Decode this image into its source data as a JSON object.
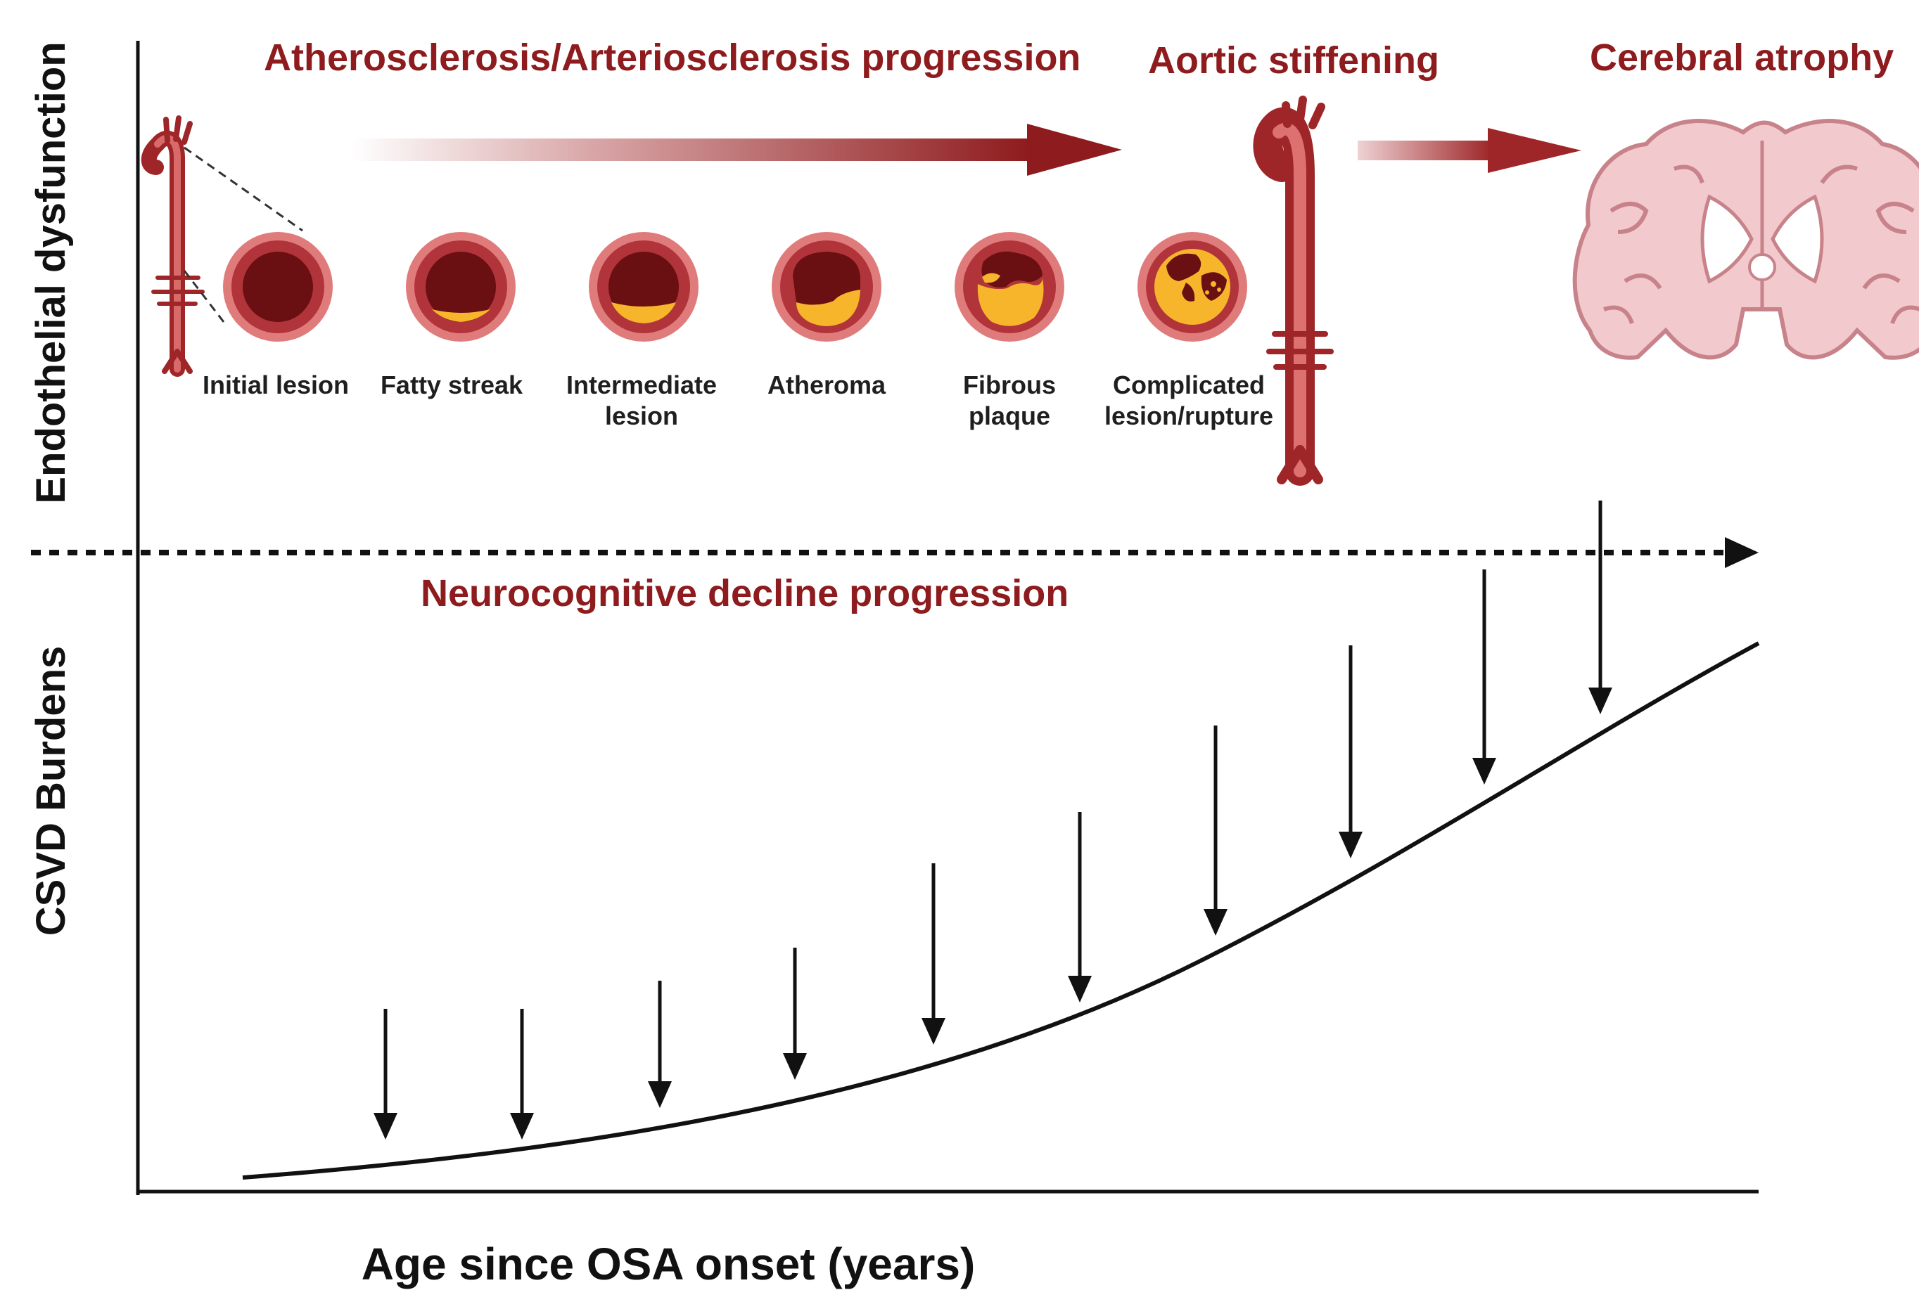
{
  "titles": {
    "progression": "Atherosclerosis/Arteriosclerosis progression",
    "aortic": "Aortic stiffening",
    "cerebral": "Cerebral atrophy",
    "neuro": "Neurocognitive decline progression"
  },
  "axes": {
    "y_top": "Endothelial dysfunction",
    "y_bottom": "CSVD Burdens",
    "x": "Age since OSA onset (years)"
  },
  "stages": [
    {
      "line1": "Initial lesion",
      "line2": ""
    },
    {
      "line1": "Fatty streak",
      "line2": ""
    },
    {
      "line1": "Intermediate",
      "line2": "lesion"
    },
    {
      "line1": "Atheroma",
      "line2": ""
    },
    {
      "line1": "Fibrous",
      "line2": "plaque"
    },
    {
      "line1": "Complicated",
      "line2": "lesion/rupture"
    }
  ],
  "colors": {
    "title_red": "#8e1b1d",
    "vessel_outer": "#d96a6a",
    "vessel_wall": "#a8282d",
    "lumen": "#6a0f12",
    "fat": "#f7b52c",
    "brain": "#f2c9cd"
  }
}
